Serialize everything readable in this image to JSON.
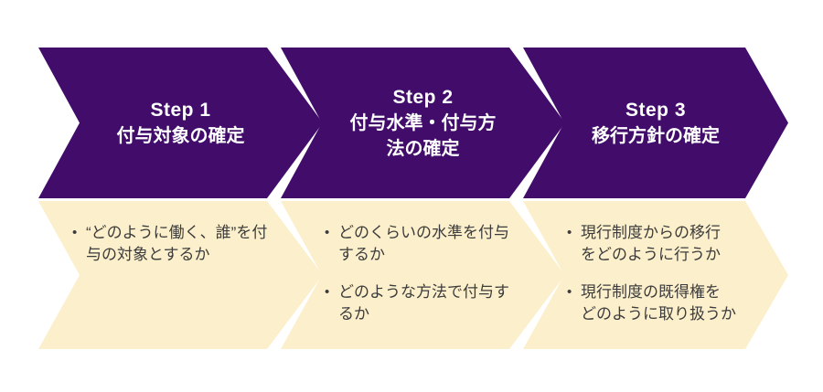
{
  "diagram": {
    "kind": "process-chevron-3-steps"
  },
  "colors": {
    "background": "#FFFFFF",
    "chevron_header": "#420C6B",
    "chevron_body": "#FCEFCB",
    "header_text": "#FFFFFF",
    "body_text": "#3C3C3C"
  },
  "steps": [
    {
      "title": "Step 1",
      "subtitle": "付与対象の確定",
      "bullets": [
        "“どのように働く、誰”を付\n与の対象とするか"
      ]
    },
    {
      "title": "Step 2",
      "subtitle": "付与水準・付与方\n法の確定",
      "bullets": [
        "どのくらいの水準を付与\nするか",
        "どのような方法で付与す\nるか"
      ]
    },
    {
      "title": "Step 3",
      "subtitle": "移行方針の確定",
      "bullets": [
        "現行制度からの移行\nをどのように行うか",
        "現行制度の既得権を\nどのように取り扱うか"
      ]
    }
  ]
}
